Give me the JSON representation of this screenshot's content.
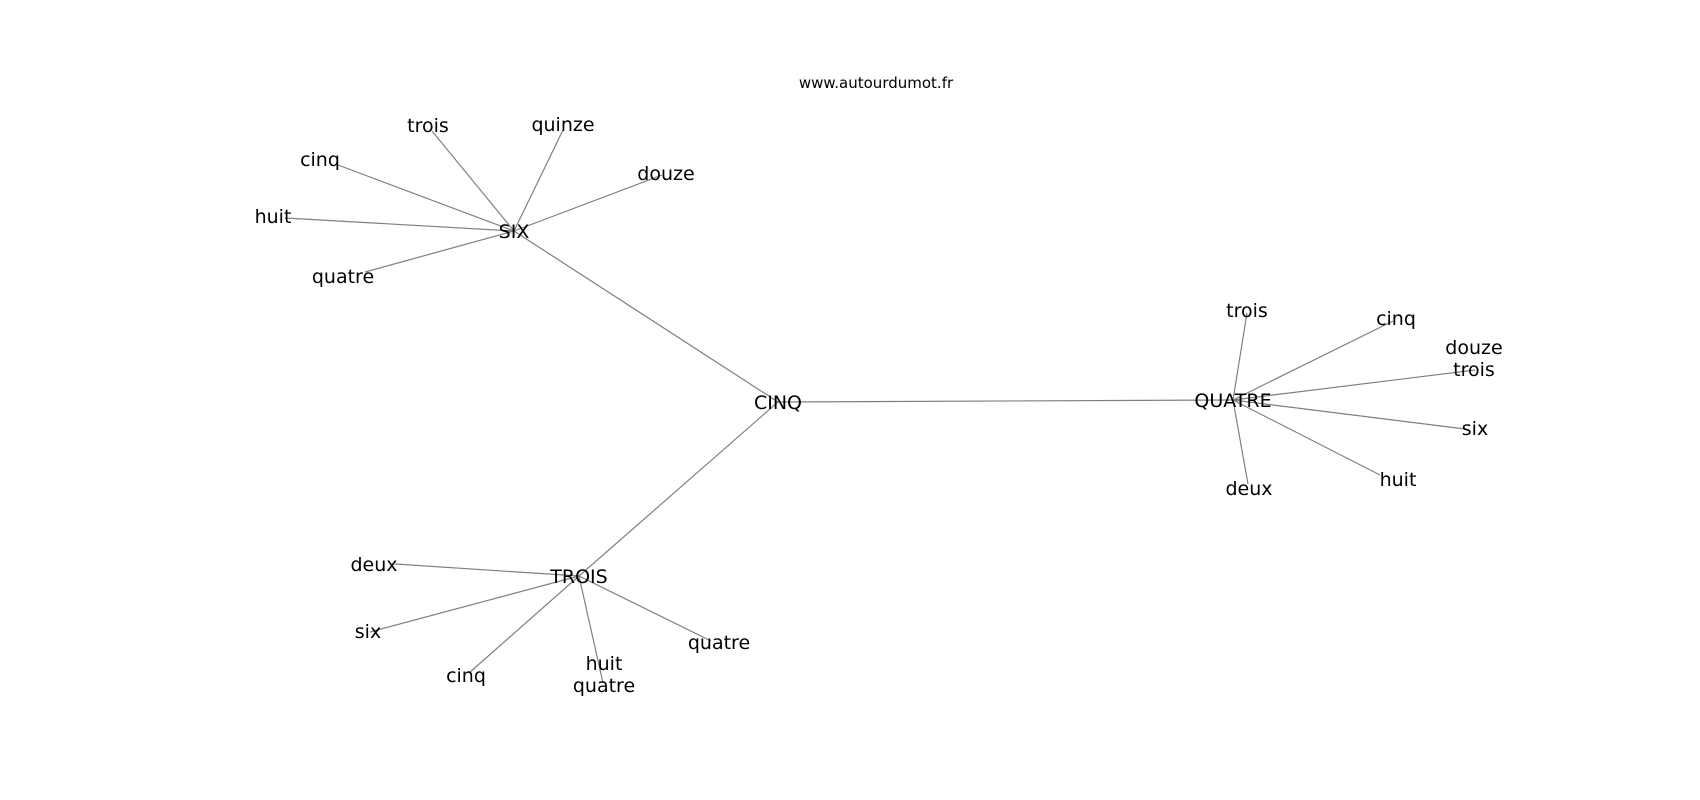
{
  "source": "www.autourdumot.fr",
  "colors": {
    "edge": "#808080",
    "text": "#000000",
    "background": "#ffffff"
  },
  "graph": {
    "center": "CINQ",
    "nodes": [
      {
        "id": "CINQ",
        "lines": [
          "CINQ"
        ]
      },
      {
        "id": "SIX",
        "lines": [
          "SIX"
        ]
      },
      {
        "id": "QUATRE",
        "lines": [
          "QUATRE"
        ]
      },
      {
        "id": "TROIS",
        "lines": [
          "TROIS"
        ]
      },
      {
        "id": "six_trois",
        "lines": [
          "trois"
        ]
      },
      {
        "id": "six_quinze",
        "lines": [
          "quinze"
        ]
      },
      {
        "id": "six_cinq",
        "lines": [
          "cinq"
        ]
      },
      {
        "id": "six_douze",
        "lines": [
          "douze"
        ]
      },
      {
        "id": "six_huit",
        "lines": [
          "huit"
        ]
      },
      {
        "id": "six_quatre",
        "lines": [
          "quatre"
        ]
      },
      {
        "id": "quatre_trois",
        "lines": [
          "trois"
        ]
      },
      {
        "id": "quatre_cinq",
        "lines": [
          "cinq"
        ]
      },
      {
        "id": "quatre_douze_trois",
        "lines": [
          "douze",
          "trois"
        ]
      },
      {
        "id": "quatre_six",
        "lines": [
          "six"
        ]
      },
      {
        "id": "quatre_huit",
        "lines": [
          "huit"
        ]
      },
      {
        "id": "quatre_deux",
        "lines": [
          "deux"
        ]
      },
      {
        "id": "trois_deux",
        "lines": [
          "deux"
        ]
      },
      {
        "id": "trois_six",
        "lines": [
          "six"
        ]
      },
      {
        "id": "trois_cinq",
        "lines": [
          "cinq"
        ]
      },
      {
        "id": "trois_huit_quatre",
        "lines": [
          "huit",
          "quatre"
        ]
      },
      {
        "id": "trois_quatre",
        "lines": [
          "quatre"
        ]
      }
    ],
    "edges": [
      [
        "CINQ",
        "SIX"
      ],
      [
        "CINQ",
        "QUATRE"
      ],
      [
        "CINQ",
        "TROIS"
      ],
      [
        "SIX",
        "six_trois"
      ],
      [
        "SIX",
        "six_quinze"
      ],
      [
        "SIX",
        "six_cinq"
      ],
      [
        "SIX",
        "six_douze"
      ],
      [
        "SIX",
        "six_huit"
      ],
      [
        "SIX",
        "six_quatre"
      ],
      [
        "QUATRE",
        "quatre_trois"
      ],
      [
        "QUATRE",
        "quatre_cinq"
      ],
      [
        "QUATRE",
        "quatre_douze_trois"
      ],
      [
        "QUATRE",
        "quatre_six"
      ],
      [
        "QUATRE",
        "quatre_huit"
      ],
      [
        "QUATRE",
        "quatre_deux"
      ],
      [
        "TROIS",
        "trois_deux"
      ],
      [
        "TROIS",
        "trois_six"
      ],
      [
        "TROIS",
        "trois_cinq"
      ],
      [
        "TROIS",
        "trois_huit_quatre"
      ],
      [
        "TROIS",
        "trois_quatre"
      ]
    ]
  }
}
